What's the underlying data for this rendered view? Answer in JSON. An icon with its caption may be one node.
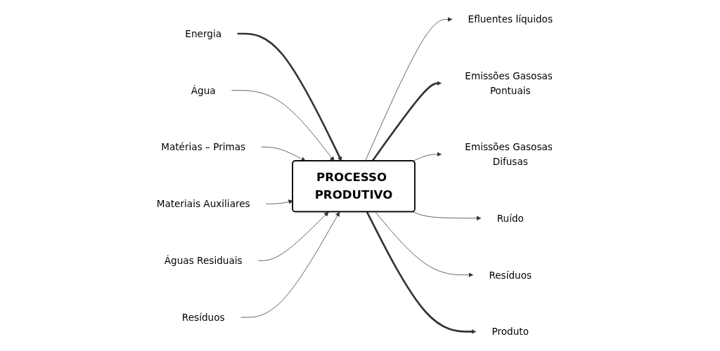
{
  "diagram": {
    "nodes": [
      {
        "text": [
          "Energia"
        ]
      },
      {
        "text": [
          "Água"
        ]
      },
      {
        "text": [
          "Matérias – Primas"
        ]
      },
      {
        "text": [
          "Materiais Auxiliares"
        ]
      },
      {
        "text": [
          "PROCESSO PRODUTIVO"
        ]
      },
      {
        "text": [
          "Efluentes líquidos"
        ]
      },
      {
        "text": [
          "Emissões Gasosas Pontuais"
        ]
      },
      {
        "text": [
          "Emissões Gasosas Difusas"
        ]
      },
      {
        "text": [
          "Ruído"
        ]
      },
      {
        "text": [
          "Resíduos"
        ]
      },
      {
        "text": [
          "Produto"
        ]
      },
      {
        "text": [
          "Águas Residuais"
        ]
      },
      {
        "text": [
          "Resíduos"
        ]
      }
    ],
    "edges": [
      {
        "from": 0,
        "to": 4,
        "arrow": "to",
        "style": "thick"
      },
      {
        "from": 1,
        "to": 4,
        "arrow": "to"
      },
      {
        "from": 2,
        "to": 4,
        "arrow": "to"
      },
      {
        "from": 3,
        "to": 4,
        "arrow": "to"
      },
      {
        "from": 4,
        "to": 5,
        "arrow": "to"
      },
      {
        "from": 4,
        "to": 6,
        "arrow": "to",
        "style": "thick"
      },
      {
        "from": 4,
        "to": 7,
        "arrow": "to"
      },
      {
        "from": 4,
        "to": 8,
        "arrow": "to"
      },
      {
        "from": 4,
        "to": 9,
        "arrow": "to"
      },
      {
        "from": 4,
        "to": 10,
        "arrow": "to",
        "style": "thick"
      },
      {
        "from": 11,
        "to": 4,
        "arrow": "to"
      },
      {
        "from": 12,
        "to": 4,
        "arrow": "to"
      }
    ]
  }
}
